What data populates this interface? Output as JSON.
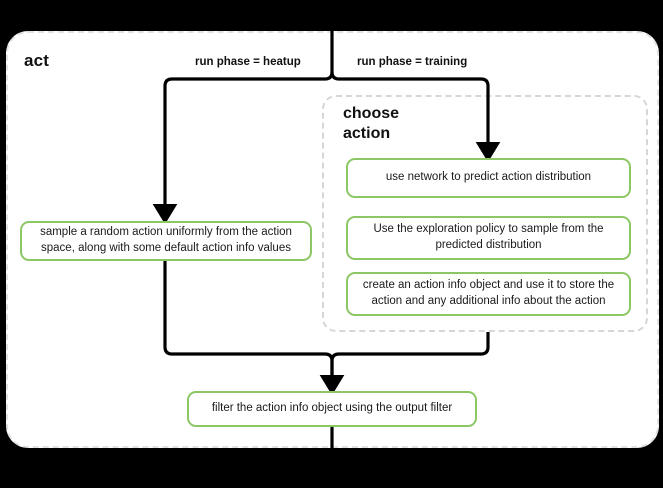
{
  "diagram": {
    "outer_block": {
      "title": "act"
    },
    "inner_block": {
      "title": "choose\naction",
      "title_line1": "choose",
      "title_line2": "action"
    },
    "edge_labels": {
      "heatup": "run phase = heatup",
      "training": "run phase = training"
    },
    "nodes": {
      "predict": "use network to predict action distribution",
      "explore": "Use the exploration policy to sample from the predicted distribution",
      "action_info": "create an action info object and use it to store the action and any additional info about the action",
      "sample_random": "sample a random action uniformly from the action space, along with some default action info values",
      "filter": "filter the action info object using the output filter"
    },
    "colors": {
      "node_border": "#8cc765",
      "node_fill": "#ffffff",
      "group_border": "#d6d6d6",
      "card_border": "#e2e2e2",
      "wire": "#000000",
      "canvas": "#000000",
      "text": "#1a1a1a"
    }
  }
}
